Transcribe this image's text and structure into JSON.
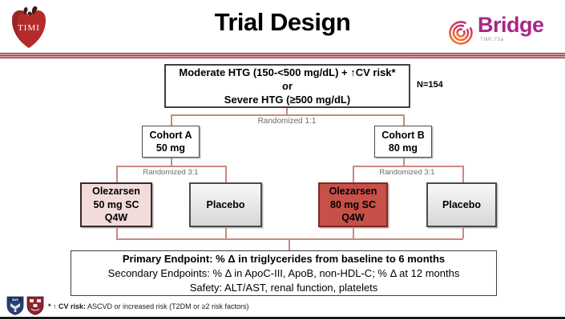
{
  "header": {
    "title": "Trial Design",
    "timi_logo_text": "TIMI",
    "bridge_logo": {
      "word": "Bridge",
      "sub": "TIMI 73a"
    }
  },
  "flow": {
    "eligibility": {
      "line1": "Moderate HTG (150-<500 mg/dL) + ↑CV risk*",
      "line2": "or",
      "line3": "Severe HTG (≥500 mg/dL)",
      "n_label": "N=154"
    },
    "randomized_1_1": "Randomized 1:1",
    "cohort_a": {
      "line1": "Cohort A",
      "line2": "50 mg"
    },
    "cohort_b": {
      "line1": "Cohort B",
      "line2": "80 mg"
    },
    "randomized_3_1_left": "Randomized 3:1",
    "randomized_3_1_right": "Randomized 3:1",
    "arm_olezarsen_50": {
      "line1": "Olezarsen",
      "line2": "50 mg SC",
      "line3": "Q4W"
    },
    "arm_placebo_a": "Placebo",
    "arm_olezarsen_80": {
      "line1": "Olezarsen",
      "line2": "80 mg SC",
      "line3": "Q4W"
    },
    "arm_placebo_b": "Placebo",
    "endpoints": {
      "primary": "Primary Endpoint: % Δ in triglycerides from baseline to 6 months",
      "secondary": "Secondary Endpoints: % Δ in ApoC-III, ApoB, non-HDL-C; % Δ at 12 months",
      "safety": "Safety: ALT/AST, renal function, platelets"
    }
  },
  "footer": {
    "footnote_asterisk": "* ↑ ",
    "footnote_label": "CV risk:",
    "footnote_text": " ASCVD or increased risk (T2DM or ≥2 risk factors)"
  },
  "colors": {
    "divider_red": "#9E2B36",
    "connector_salmon": "#C9897F",
    "olezarsen_80_fill": "#C75049",
    "olezarsen_50_fill": "#F2DCDB",
    "placebo_fill": "#E5E5E5",
    "bridge_magenta": "#AB2585",
    "bridge_orange": "#F6861F"
  }
}
